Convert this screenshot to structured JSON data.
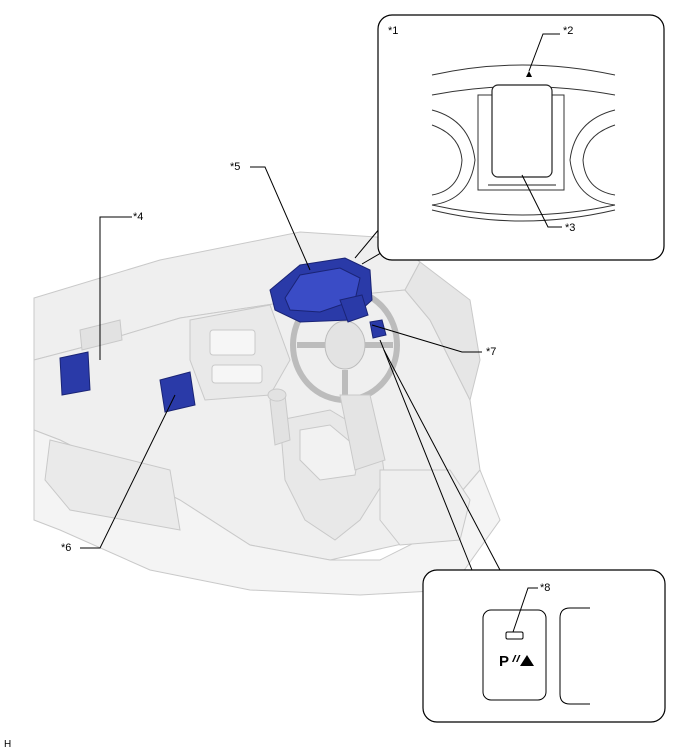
{
  "labels": {
    "c1": "*1",
    "c2": "*2",
    "c3": "*3",
    "c4": "*4",
    "c5": "*5",
    "c6": "*6",
    "c7": "*7",
    "c8": "*8"
  },
  "figure_code": "H",
  "colors": {
    "highlight": "#2a3aa8",
    "highlight_dark": "#1a2476",
    "interior_fill": "#eeeeee",
    "interior_line": "#c8c8c8",
    "frame": "#000000"
  }
}
